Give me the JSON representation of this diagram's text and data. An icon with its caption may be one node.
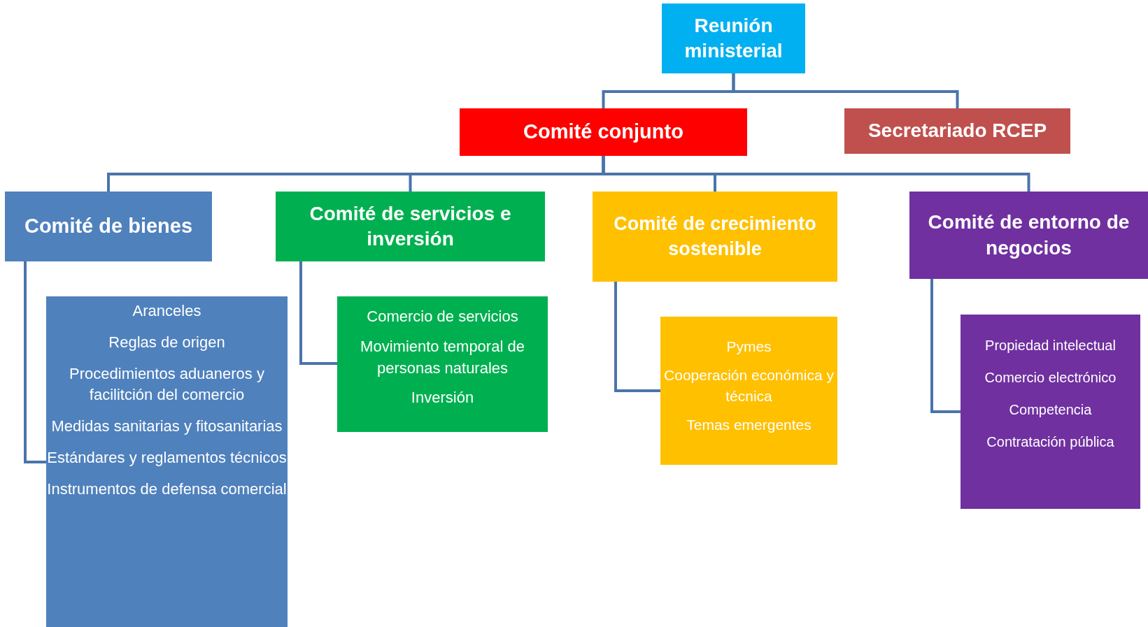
{
  "diagram": {
    "nodes": [
      {
        "text": [
          "Reunión ministerial"
        ]
      },
      {
        "text": [
          "Comité conjunto"
        ]
      },
      {
        "text": [
          "Secretariado RCEP"
        ]
      },
      {
        "text": [
          "Comité de bienes"
        ]
      },
      {
        "text": [
          "Comité de servicios e inversión"
        ]
      },
      {
        "text": [
          "Comité de crecimiento sostenible"
        ]
      },
      {
        "text": [
          "Comité de entorno de negocios"
        ]
      },
      {
        "text": [
          "Aranceles",
          "Reglas de origen",
          "Procedimientos aduaneros y facilitción del comercio",
          "Medidas sanitarias y fitosanitarias",
          "Estándares y reglamentos técnicos",
          "Instrumentos de defensa comercial"
        ]
      },
      {
        "text": [
          "Comercio de servicios",
          "Movimiento temporal de personas naturales",
          "Inversión"
        ]
      },
      {
        "text": [
          "Pymes",
          "Cooperación económica y técnica",
          "Temas emergentes"
        ]
      },
      {
        "text": [
          "Propiedad intelectual",
          "Comercio electrónico",
          "Competencia",
          "Contratación pública"
        ]
      }
    ],
    "edges": [
      {
        "from": 0,
        "to": 1,
        "arrow": "none"
      },
      {
        "from": 0,
        "to": 2,
        "arrow": "none"
      },
      {
        "from": 1,
        "to": 3,
        "arrow": "none"
      },
      {
        "from": 1,
        "to": 4,
        "arrow": "none"
      },
      {
        "from": 1,
        "to": 5,
        "arrow": "none"
      },
      {
        "from": 1,
        "to": 6,
        "arrow": "none"
      },
      {
        "from": 3,
        "to": 7,
        "arrow": "none"
      },
      {
        "from": 4,
        "to": 8,
        "arrow": "none"
      },
      {
        "from": 5,
        "to": 9,
        "arrow": "none"
      },
      {
        "from": 6,
        "to": 10,
        "arrow": "none"
      }
    ]
  }
}
